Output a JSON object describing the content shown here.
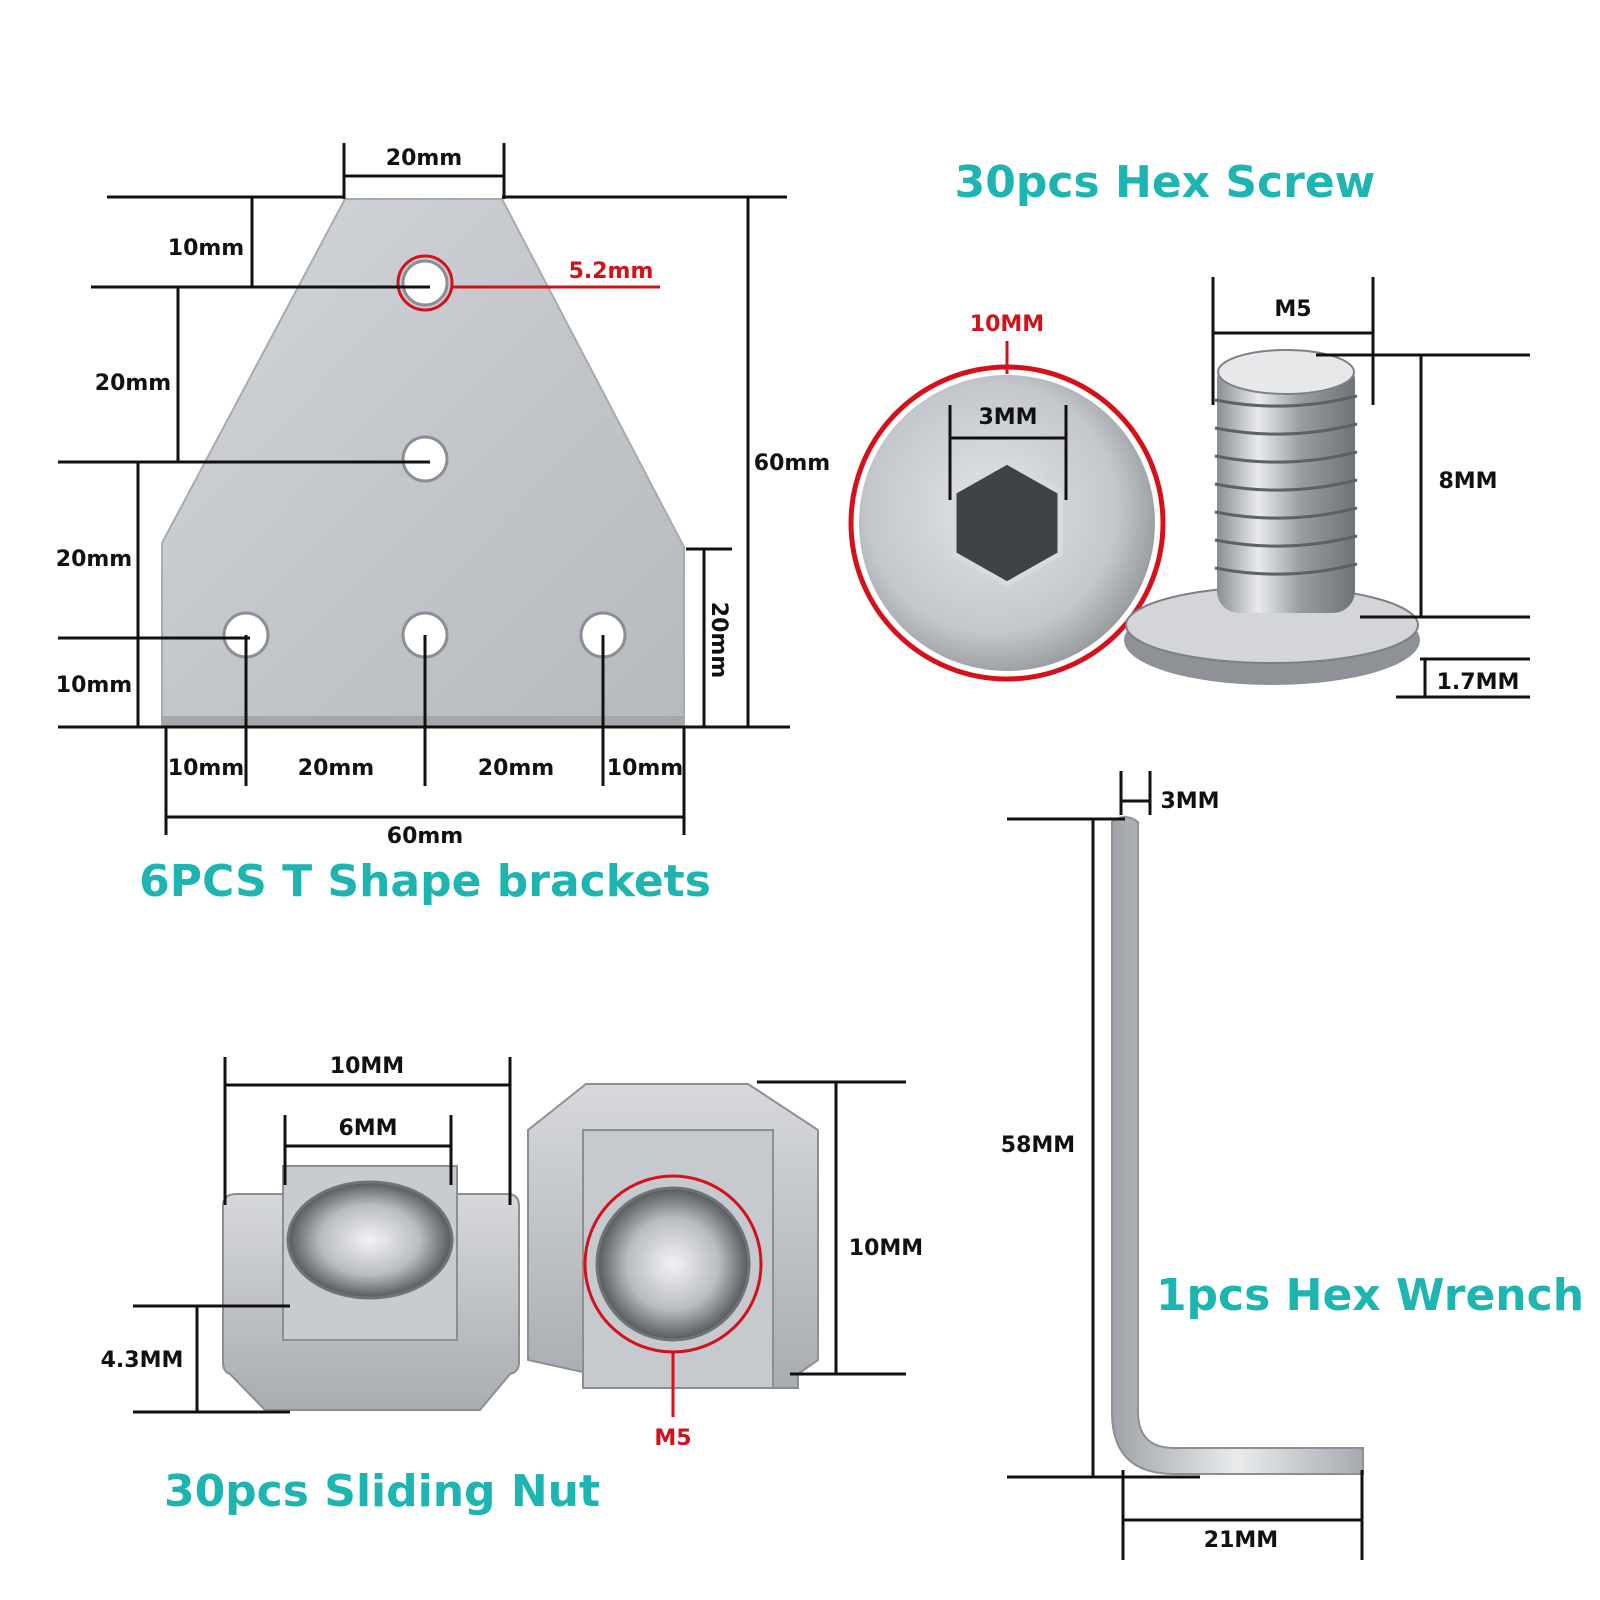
{
  "colors": {
    "title": "#1eb5b0",
    "dimension_line": "#111111",
    "highlight": "#d4111b",
    "metal": "#c9ccd1"
  },
  "bracket": {
    "title": "6PCS T Shape brackets",
    "top_width": "20mm",
    "left_10": "10mm",
    "hole": "5.2mm",
    "left_20_upper": "20mm",
    "left_20_lower": "20mm",
    "left_10_bottom": "10mm",
    "height": "60mm",
    "right_20": "20mm",
    "bottom_10_left": "10mm",
    "bottom_20_left": "20mm",
    "bottom_20_right": "20mm",
    "bottom_10_right": "10mm",
    "width": "60mm"
  },
  "screw": {
    "title": "30pcs Hex Screw",
    "head_diameter": "10MM",
    "socket": "3MM",
    "thread": "M5",
    "length": "8MM",
    "head_height": "1.7MM"
  },
  "wrench": {
    "title": "1pcs Hex Wrench",
    "size": "3MM",
    "length": "58MM",
    "short_arm": "21MM"
  },
  "nut": {
    "title": "30pcs Sliding Nut",
    "width": "10MM",
    "top_width": "6MM",
    "height": "4.3MM",
    "length": "10MM",
    "thread": "M5"
  }
}
